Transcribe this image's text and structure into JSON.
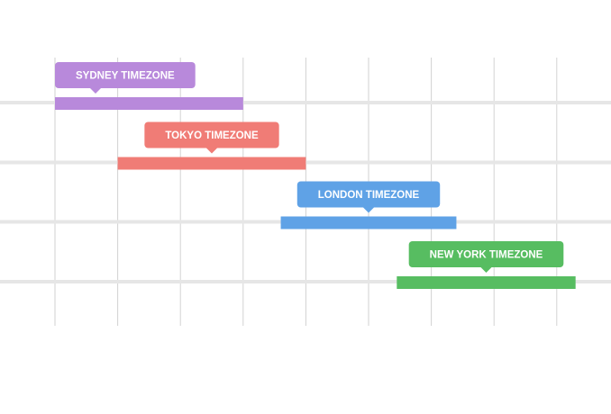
{
  "chart_data": {
    "type": "bar",
    "orientation": "horizontal-ranges",
    "grid": true,
    "columns": 9,
    "series": [
      {
        "name": "SYDNEY TIMEZONE",
        "start": 0.0,
        "end": 3.0,
        "color": "#b889db"
      },
      {
        "name": "TOKYO TIMEZONE",
        "start": 1.0,
        "end": 4.0,
        "color": "#f07c76"
      },
      {
        "name": "LONDON TIMEZONE",
        "start": 3.6,
        "end": 6.4,
        "color": "#5fa2e6"
      },
      {
        "name": "NEW YORK TIMEZONE",
        "start": 5.45,
        "end": 8.3,
        "color": "#57bd61"
      }
    ]
  }
}
